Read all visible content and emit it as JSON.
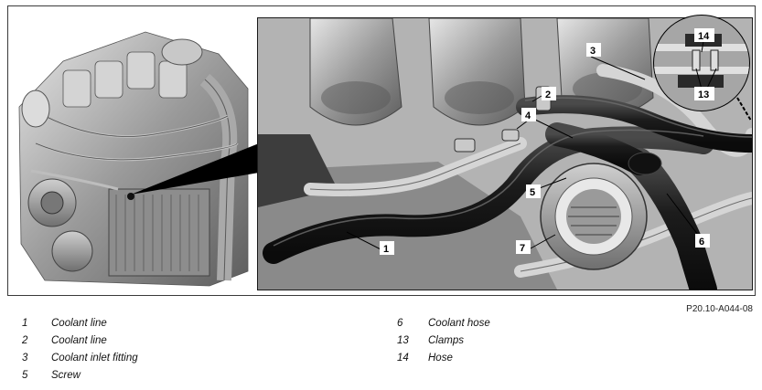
{
  "figure": {
    "callouts": [
      "1",
      "2",
      "3",
      "4",
      "5",
      "6",
      "7",
      "13",
      "14"
    ]
  },
  "figure_code": "P20.10-A044-08",
  "legend": {
    "left": [
      {
        "num": "1",
        "text": "Coolant line"
      },
      {
        "num": "2",
        "text": "Coolant line"
      },
      {
        "num": "3",
        "text": "Coolant inlet fitting"
      },
      {
        "num": "5",
        "text": "Screw"
      }
    ],
    "right": [
      {
        "num": "6",
        "text": "Coolant hose"
      },
      {
        "num": "13",
        "text": "Clamps"
      },
      {
        "num": "14",
        "text": "Hose"
      }
    ]
  }
}
